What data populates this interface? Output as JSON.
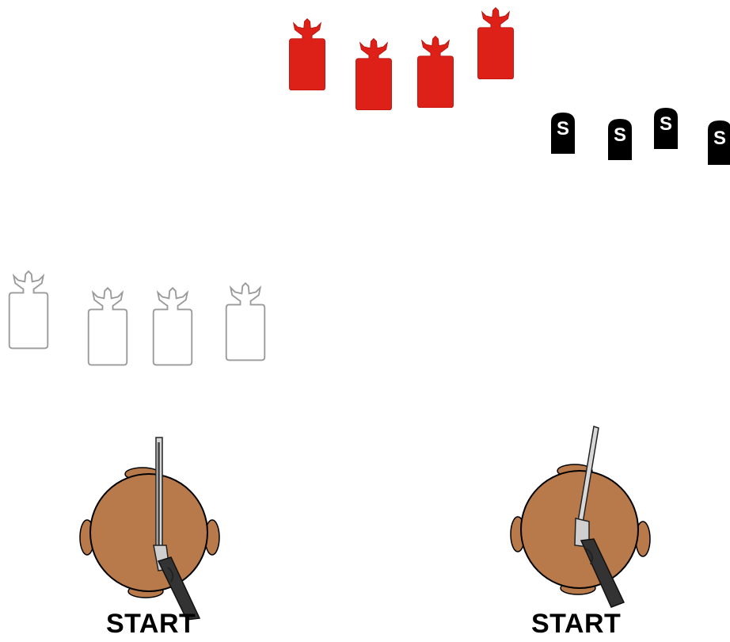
{
  "colors": {
    "red_target": "#dd2018",
    "steel_target": "#000000",
    "outline_target": "#9a9a9a",
    "barrel": "#b87a4a"
  },
  "stage": {
    "red_targets": [
      {
        "label": ""
      },
      {
        "label": ""
      },
      {
        "label": ""
      },
      {
        "label": ""
      }
    ],
    "steel_targets": [
      {
        "label": "S"
      },
      {
        "label": "S"
      },
      {
        "label": "S"
      },
      {
        "label": "S"
      }
    ],
    "outline_targets": [
      {
        "label": ""
      },
      {
        "label": ""
      },
      {
        "label": ""
      },
      {
        "label": ""
      }
    ],
    "start_positions": [
      {
        "label": "START"
      },
      {
        "label": "START"
      }
    ]
  }
}
